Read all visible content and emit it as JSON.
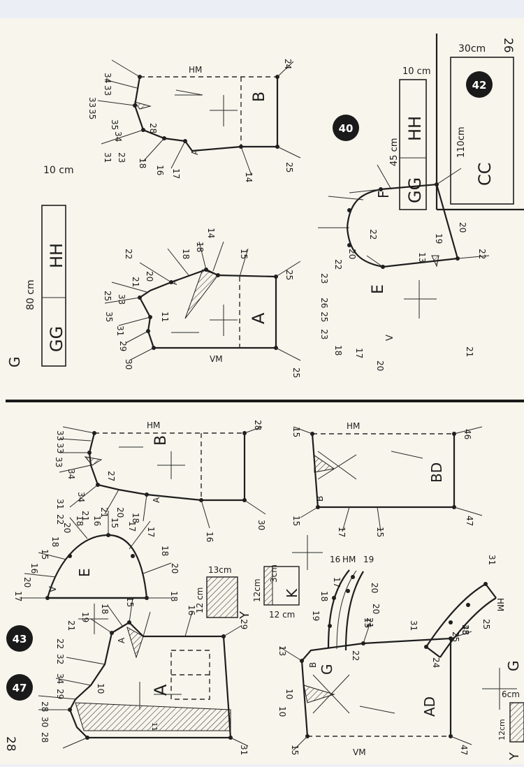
{
  "page_number_top": "26",
  "page_number_bottom": "28",
  "markers": {
    "fig40": "40",
    "fig42": "42",
    "fig43": "43",
    "fig47": "47"
  },
  "bars": {
    "g_top": {
      "letter": "G",
      "length": "80 cm",
      "width": "10 cm",
      "gg": "GG",
      "hh": "HH"
    },
    "f": {
      "letter": "F",
      "length": "45 cm",
      "width": "10 cm",
      "gg": "GG",
      "hh": "HH"
    },
    "cc": {
      "width": "30cm",
      "length": "110cm",
      "label": "CC"
    }
  },
  "pieces": {
    "b_top": {
      "label": "B",
      "hm": "HM",
      "a": "A",
      "nums": [
        "34",
        "33",
        "33",
        "35",
        "35",
        "34",
        "28",
        "24",
        "23",
        "31",
        "18",
        "16",
        "17",
        "14",
        "25"
      ]
    },
    "a_top": {
      "label": "A",
      "vm": "VM",
      "a": "A",
      "nums": [
        "30",
        "29",
        "31",
        "35",
        "33",
        "25",
        "21",
        "22",
        "20",
        "18",
        "18",
        "14",
        "15",
        "25",
        "25",
        "11"
      ]
    },
    "e_top": {
      "label": "E",
      "v": "V",
      "nums": [
        "22",
        "20",
        "22",
        "23",
        "26",
        "25",
        "23",
        "18",
        "17",
        "20",
        "13",
        "19",
        "20",
        "22",
        "21"
      ]
    },
    "b_bot": {
      "label": "B",
      "hm": "HM",
      "a": "A",
      "nums": [
        "33",
        "33",
        "33",
        "34",
        "34",
        "27",
        "31",
        "22",
        "18",
        "16",
        "15",
        "17",
        "28",
        "16",
        "30"
      ]
    },
    "bd": {
      "label": "BD",
      "hm": "HM",
      "b": "B",
      "nums": [
        "15",
        "15",
        "17",
        "15",
        "46",
        "47"
      ]
    },
    "e_bot": {
      "label": "E",
      "v": "V",
      "nums": [
        "17",
        "20",
        "16",
        "15",
        "18",
        "20",
        "21",
        "21",
        "20",
        "18",
        "17",
        "18",
        "20",
        "18"
      ]
    },
    "y_small": {
      "letter": "Y",
      "w": "13cm",
      "h": "12 cm"
    },
    "k": {
      "letter": "K",
      "w": "3cm",
      "h": "12cm",
      "b": "12 cm"
    },
    "g_bot": {
      "letter": "G",
      "hm": "HM",
      "nums": [
        "16",
        "19",
        "17",
        "20",
        "18",
        "20",
        "19",
        "21",
        "22"
      ]
    },
    "g_curve": {
      "letter": "G",
      "hm": "HM",
      "nums": [
        "31",
        "25",
        "25",
        "25",
        "24",
        "31"
      ]
    },
    "a_bot": {
      "label": "A",
      "a": "A",
      "nums": [
        "21",
        "19",
        "18",
        "15",
        "16",
        "29",
        "31",
        "22",
        "32",
        "34",
        "29",
        "28",
        "30",
        "28",
        "10",
        "11"
      ]
    },
    "ad": {
      "label": "AD",
      "vm": "VM",
      "b": "B",
      "nums": [
        "13",
        "15",
        "10",
        "10",
        "15",
        "48",
        "47"
      ]
    },
    "y_bot": {
      "letter": "Y",
      "w": "6cm",
      "h": "12cm"
    }
  }
}
